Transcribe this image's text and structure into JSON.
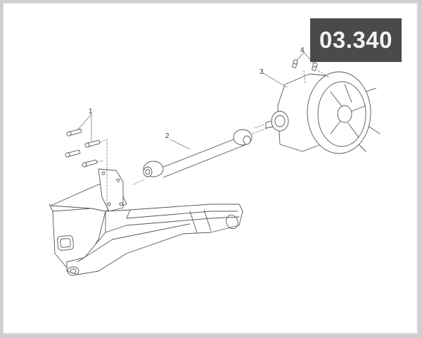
{
  "diagram": {
    "section_code": "03.340",
    "callouts": [
      {
        "id": "1",
        "label": "1",
        "part": "bolts"
      },
      {
        "id": "2",
        "label": "2",
        "part": "drive shaft"
      },
      {
        "id": "3",
        "label": "3",
        "part": "final drive / bevel gear housing"
      },
      {
        "id": "4",
        "label": "4",
        "part": "screws"
      }
    ],
    "colors": {
      "badge_bg": "#4a4a4a",
      "badge_text": "#f2f2f2",
      "frame": "#cfcfcf",
      "line": "#555555"
    }
  }
}
